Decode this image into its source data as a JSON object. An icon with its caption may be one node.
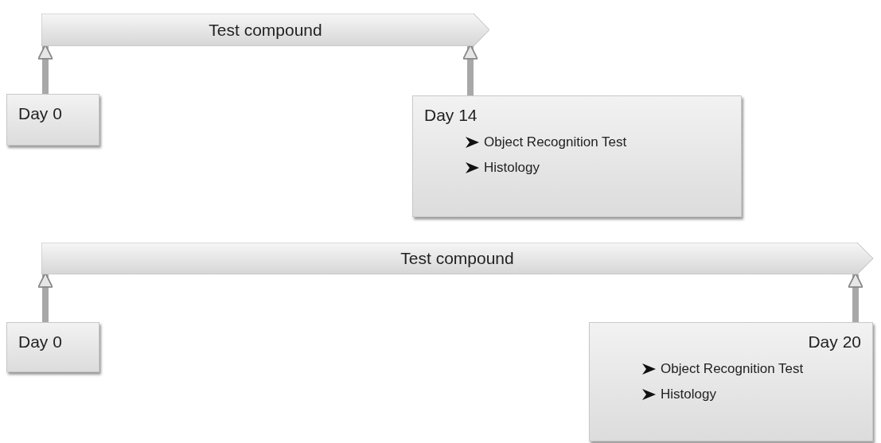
{
  "diagram": {
    "nodes": [
      {
        "text": [
          "Test compound"
        ]
      },
      {
        "text": [
          "Day 0"
        ]
      },
      {
        "text": [
          "Day 14",
          "Object Recognition Test",
          "Histology"
        ]
      },
      {
        "text": [
          "Test compound"
        ]
      },
      {
        "text": [
          "Day 0"
        ]
      },
      {
        "text": [
          "Day 20",
          "Object Recognition Test",
          "Histology"
        ]
      }
    ],
    "edges": [
      {
        "from": 1,
        "to": 0,
        "arrow": "to"
      },
      {
        "from": 2,
        "to": 0,
        "arrow": "to"
      },
      {
        "from": 4,
        "to": 3,
        "arrow": "to"
      },
      {
        "from": 5,
        "to": 3,
        "arrow": "to"
      }
    ]
  }
}
